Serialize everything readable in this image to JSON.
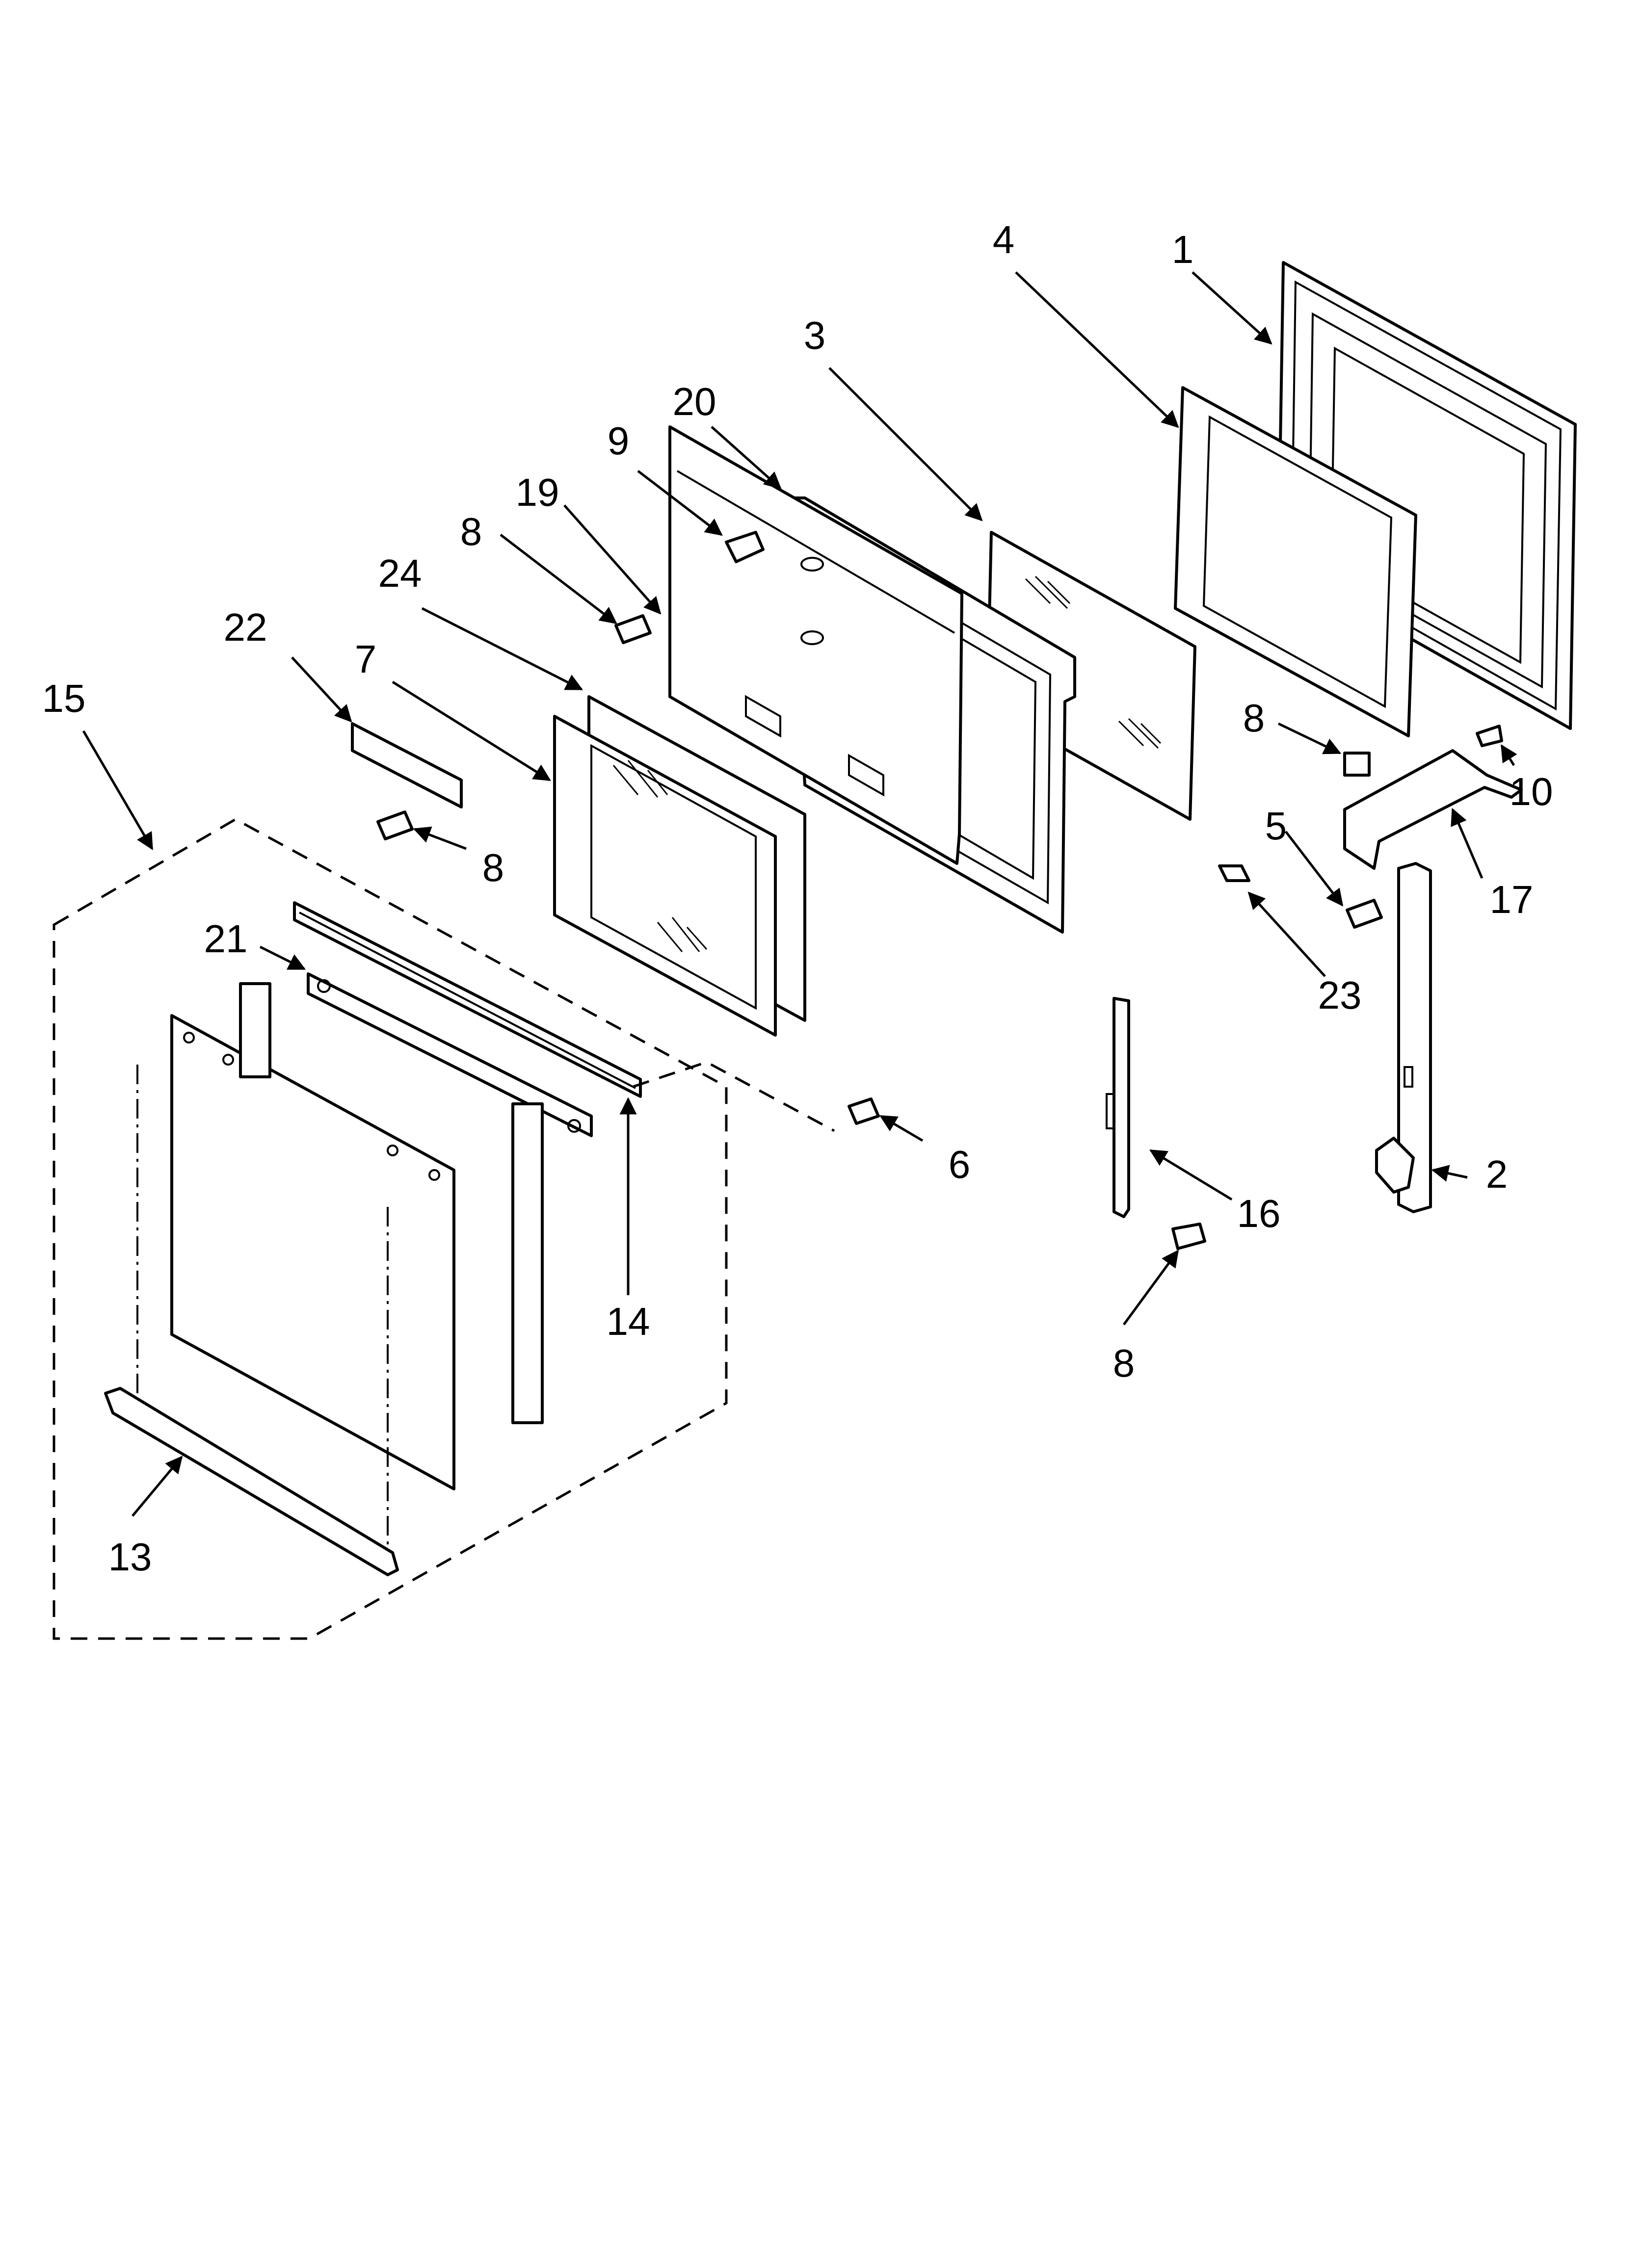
{
  "diagram": {
    "callouts": [
      {
        "id": "c1",
        "text": "1"
      },
      {
        "id": "c2",
        "text": "2"
      },
      {
        "id": "c3",
        "text": "3"
      },
      {
        "id": "c4",
        "text": "4"
      },
      {
        "id": "c5",
        "text": "5"
      },
      {
        "id": "c6",
        "text": "6"
      },
      {
        "id": "c7",
        "text": "7"
      },
      {
        "id": "c8a",
        "text": "8"
      },
      {
        "id": "c8b",
        "text": "8"
      },
      {
        "id": "c8c",
        "text": "8"
      },
      {
        "id": "c8d",
        "text": "8"
      },
      {
        "id": "c9",
        "text": "9"
      },
      {
        "id": "c10",
        "text": "10"
      },
      {
        "id": "c13",
        "text": "13"
      },
      {
        "id": "c14",
        "text": "14"
      },
      {
        "id": "c15",
        "text": "15"
      },
      {
        "id": "c16",
        "text": "16"
      },
      {
        "id": "c17",
        "text": "17"
      },
      {
        "id": "c19",
        "text": "19"
      },
      {
        "id": "c20",
        "text": "20"
      },
      {
        "id": "c21",
        "text": "21"
      },
      {
        "id": "c22",
        "text": "22"
      },
      {
        "id": "c23",
        "text": "23"
      },
      {
        "id": "c24",
        "text": "24"
      }
    ]
  }
}
